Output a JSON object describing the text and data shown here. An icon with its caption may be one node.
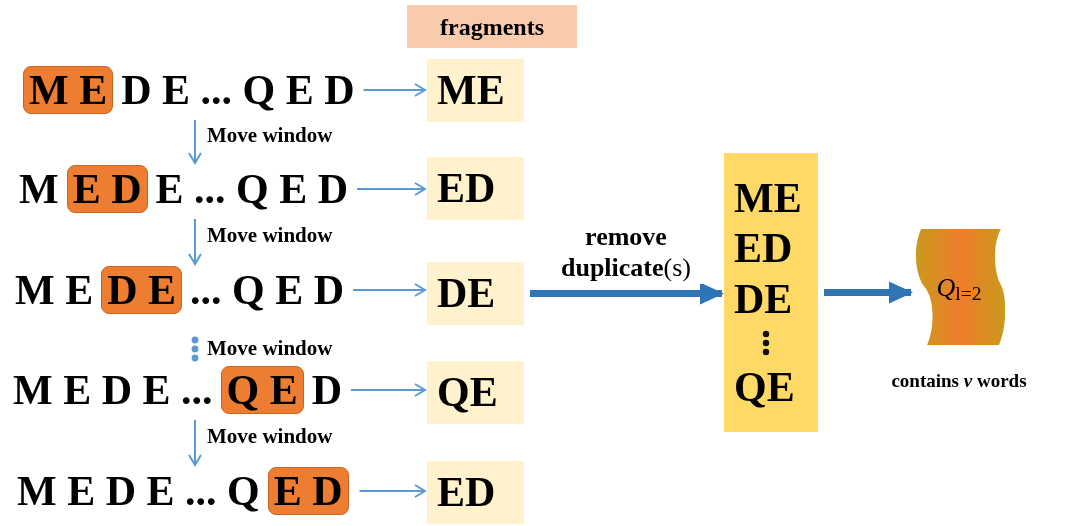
{
  "diagram": {
    "nodes": [
      {
        "text": [
          "D E ... Q E D"
        ]
      },
      {
        "text": [
          "M E"
        ],
        "in": 0
      },
      {
        "text": [
          "fragments"
        ]
      },
      {
        "text": [
          "ME"
        ]
      },
      {
        "text": [
          "M",
          "E ... Q E D"
        ]
      },
      {
        "text": [
          "E D"
        ],
        "in": 4
      },
      {
        "text": [
          "ED"
        ]
      },
      {
        "text": [
          "M E",
          "... Q E D"
        ]
      },
      {
        "text": [
          "D E"
        ],
        "in": 7
      },
      {
        "text": [
          "DE"
        ]
      },
      {
        "text": [
          "M E D E ...",
          "D"
        ]
      },
      {
        "text": [
          "Q E"
        ],
        "in": 10
      },
      {
        "text": [
          "QE"
        ]
      },
      {
        "text": [
          "M E D E ... Q"
        ]
      },
      {
        "text": [
          "E D"
        ],
        "in": 13
      },
      {
        "text": [
          "ED"
        ]
      },
      {
        "text": [
          "ME",
          "ED",
          "DE",
          "QE"
        ]
      },
      {
        "text": [
          "*Q*$_{l=2}$"
        ],
        "beside": [
          "contains *v* words"
        ]
      }
    ],
    "edges": [
      {
        "from": 0,
        "to": 3,
        "arrow": "to"
      },
      {
        "from": 0,
        "to": 4,
        "arrow": "to",
        "label": "Move window"
      },
      {
        "from": 4,
        "to": 6,
        "arrow": "to"
      },
      {
        "from": 4,
        "to": 7,
        "arrow": "to",
        "label": "Move window"
      },
      {
        "from": 7,
        "to": 9,
        "arrow": "to"
      },
      {
        "from": 10,
        "to": 12,
        "arrow": "to"
      },
      {
        "from": 10,
        "to": 13,
        "arrow": "to",
        "label": "Move window"
      },
      {
        "from": 13,
        "to": 15,
        "arrow": "to"
      },
      {
        "from": 9,
        "to": 16,
        "arrow": "to",
        "label": "**remove duplicate**(s)",
        "style": "thick",
        "color": "#2e75b6"
      },
      {
        "from": 16,
        "to": 17,
        "arrow": "to",
        "style": "thick",
        "color": "#2e75b6"
      }
    ],
    "labels": [
      "Move window"
    ]
  }
}
